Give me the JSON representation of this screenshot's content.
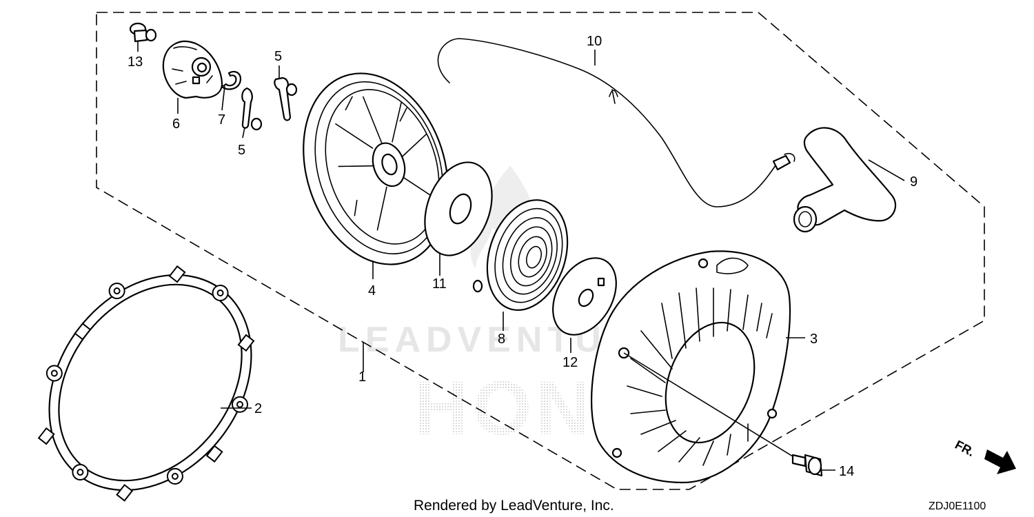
{
  "diagram": {
    "callouts": [
      {
        "id": "1",
        "label": "1"
      },
      {
        "id": "2",
        "label": "2"
      },
      {
        "id": "3",
        "label": "3"
      },
      {
        "id": "4",
        "label": "4"
      },
      {
        "id": "5a",
        "label": "5"
      },
      {
        "id": "5b",
        "label": "5"
      },
      {
        "id": "6",
        "label": "6"
      },
      {
        "id": "7",
        "label": "7"
      },
      {
        "id": "8",
        "label": "8"
      },
      {
        "id": "9",
        "label": "9"
      },
      {
        "id": "10",
        "label": "10"
      },
      {
        "id": "11",
        "label": "11"
      },
      {
        "id": "12",
        "label": "12"
      },
      {
        "id": "13",
        "label": "13"
      },
      {
        "id": "14",
        "label": "14"
      }
    ],
    "front_indicator": "FR.",
    "diagram_code": "ZDJ0E1100"
  },
  "footer": {
    "credit": "Rendered by LeadVenture, Inc."
  },
  "watermark": {
    "company": "LEADVENTURE",
    "brand": "HONDA"
  }
}
